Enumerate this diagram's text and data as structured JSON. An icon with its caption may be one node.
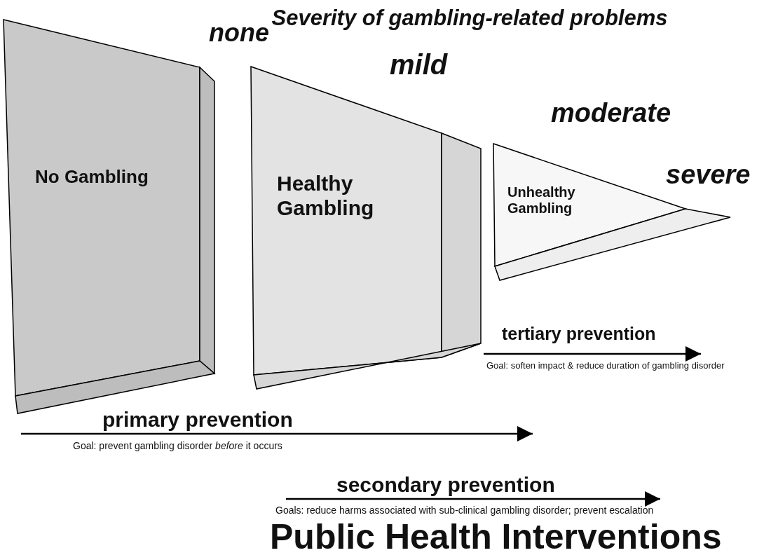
{
  "diagram": {
    "title": "Severity of gambling-related problems",
    "nodes": [
      {
        "text": [
          "No Gambling"
        ]
      },
      {
        "text": [
          "Healthy Gambling"
        ]
      },
      {
        "text": [
          "Unhealthy Gambling"
        ]
      }
    ],
    "labels": [
      "none",
      "mild",
      "moderate",
      "severe",
      "tertiary prevention",
      "Goal: soften impact & reduce duration of gambling disorder",
      "primary prevention",
      "Goal: prevent gambling disorder *before* it occurs",
      "secondary prevention",
      "Goals: reduce harms associated with sub-clinical gambling disorder; prevent escalation"
    ],
    "caption": "Public Health Interventions"
  }
}
